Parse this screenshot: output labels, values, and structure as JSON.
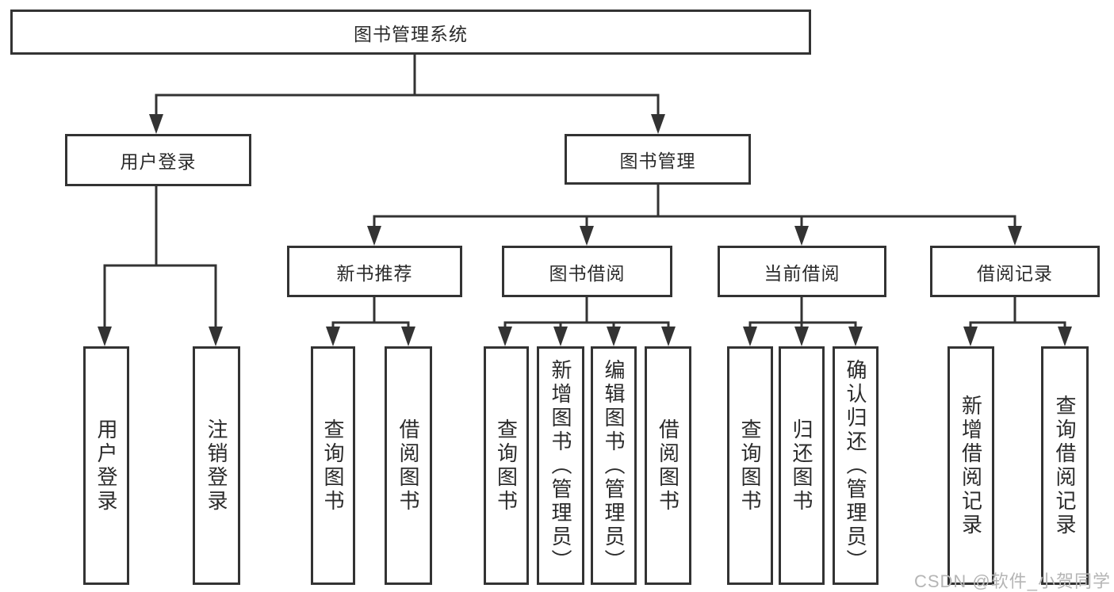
{
  "diagram": {
    "tree": {
      "label": "图书管理系统",
      "children": [
        {
          "label": "用户登录",
          "children": [
            {
              "label": "用户登录"
            },
            {
              "label": "注销登录"
            }
          ]
        },
        {
          "label": "图书管理",
          "children": [
            {
              "label": "新书推荐",
              "children": [
                {
                  "label": "查询图书"
                },
                {
                  "label": "借阅图书"
                }
              ]
            },
            {
              "label": "图书借阅",
              "children": [
                {
                  "label": "查询图书"
                },
                {
                  "label": "新增图书（管理员）"
                },
                {
                  "label": "编辑图书（管理员）"
                },
                {
                  "label": "借阅图书"
                }
              ]
            },
            {
              "label": "当前借阅",
              "children": [
                {
                  "label": "查询图书"
                },
                {
                  "label": "归还图书"
                },
                {
                  "label": "确认归还（管理员）"
                }
              ]
            },
            {
              "label": "借阅记录",
              "children": [
                {
                  "label": "新增借阅记录"
                },
                {
                  "label": "查询借阅记录"
                }
              ]
            }
          ]
        }
      ]
    },
    "watermark": "CSDN @软件_小贺同学",
    "colors": {
      "line": "#333333",
      "text": "#2b2b2b",
      "watermark": "#b5b5b5",
      "background": "#ffffff"
    }
  }
}
